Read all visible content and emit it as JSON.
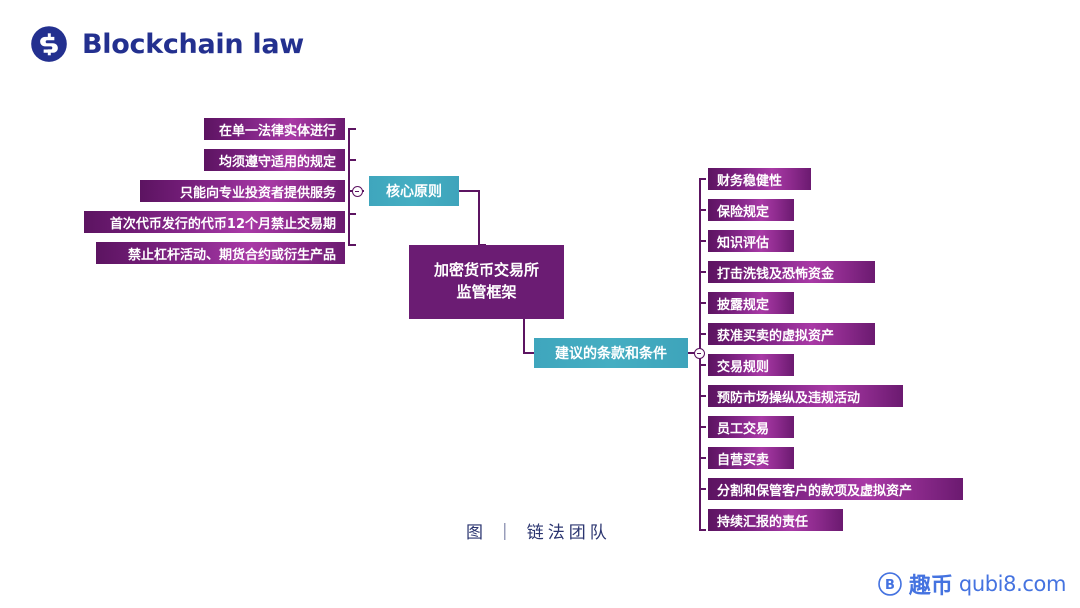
{
  "brand": {
    "title": "Blockchain law",
    "logo_icon": "blockchain-circle-logo",
    "color": "#23308f"
  },
  "colors": {
    "leaf_purple_dark": "#5c1461",
    "leaf_purple_light": "#a93aa6",
    "teal": "#42a8bf",
    "root_purple": "#6b1c73",
    "connector": "#5c1461",
    "brand_navy": "#23308f",
    "watermark_blue": "#3f6fe0"
  },
  "mindmap": {
    "root": {
      "line1": "加密货币交易所",
      "line2": "监管框架"
    },
    "branches": [
      {
        "id": "core-principles",
        "label": "核心原则",
        "side": "left",
        "collapse_icon": "minus-circle-icon",
        "items": [
          "在单一法律实体进行",
          "均须遵守适用的规定",
          "只能向专业投资者提供服务",
          "首次代币发行的代币12个月禁止交易期",
          "禁止杠杆活动、期货合约或衍生产品"
        ]
      },
      {
        "id": "proposed-terms",
        "label": "建议的条款和条件",
        "side": "right",
        "collapse_icon": "minus-circle-icon",
        "items": [
          "财务稳健性",
          "保险规定",
          "知识评估",
          "打击洗钱及恐怖资金",
          "披露规定",
          "获准买卖的虚拟资产",
          "交易规则",
          "预防市场操纵及违规活动",
          "员工交易",
          "自营买卖",
          "分割和保管客户的款项及虚拟资产",
          "持续汇报的责任"
        ]
      }
    ]
  },
  "credit": "图 ｜ 链法团队",
  "watermark": {
    "badge_icon": "circled-b-icon",
    "cn": "趣币",
    "url": "qubi8.com"
  }
}
